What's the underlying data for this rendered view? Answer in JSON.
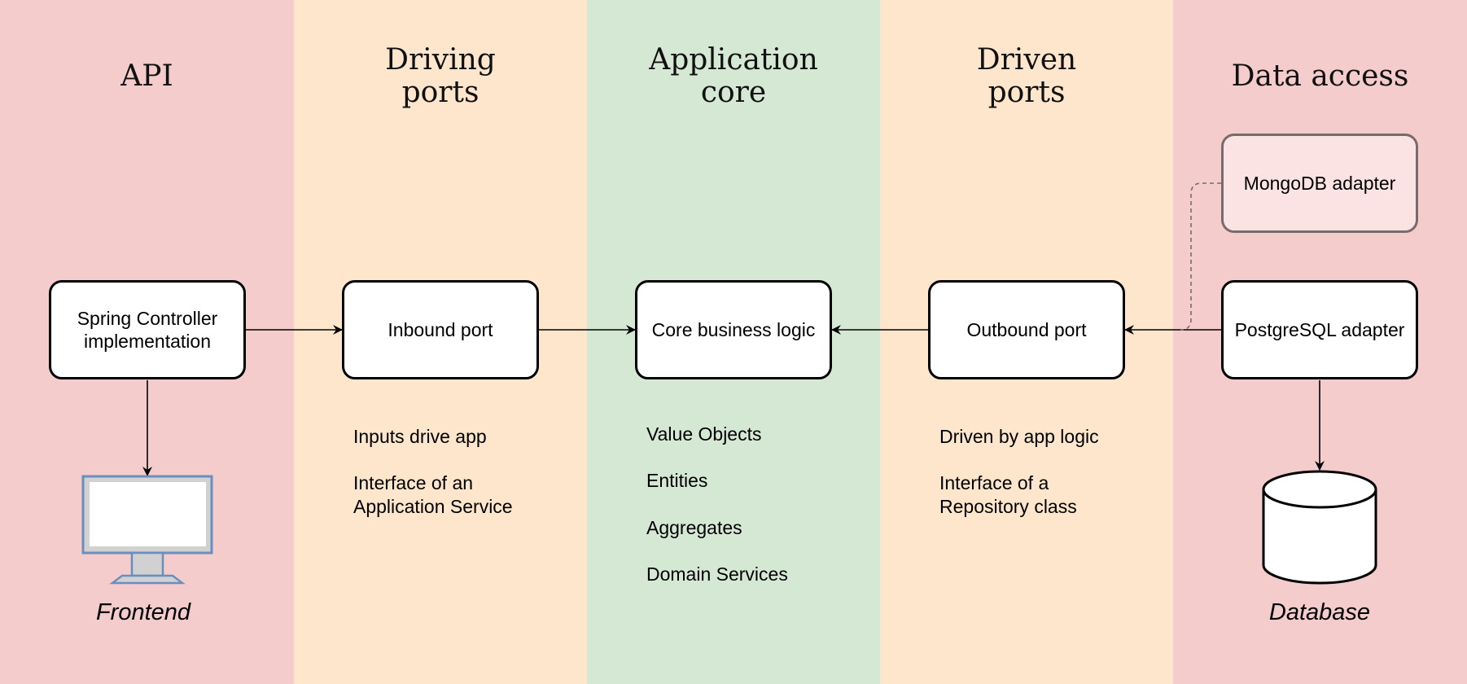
{
  "colors": {
    "outer_lane": "#f5cccc",
    "port_lane": "#fde6cc",
    "core_lane": "#d5e8d4",
    "alt_adapter_fill": "#fbe3e3",
    "monitor_stroke": "#6c8ebf",
    "monitor_fill": "#d1d1d1",
    "dashed_connector": "#7a6a6a"
  },
  "lanes": [
    {
      "title": "API"
    },
    {
      "title": "Driving\nports"
    },
    {
      "title": "Application\ncore"
    },
    {
      "title": "Driven\nports"
    },
    {
      "title": "Data access"
    }
  ],
  "boxes": {
    "spring_controller": "Spring Controller\nimplementation",
    "inbound_port": "Inbound port",
    "core_logic": "Core business logic",
    "outbound_port": "Outbound port",
    "postgres_adapter": "PostgreSQL adapter",
    "mongodb_adapter": "MongoDB adapter"
  },
  "notes": {
    "driving": [
      "Inputs drive app",
      "Interface of an\nApplication Service"
    ],
    "core": [
      "Value Objects",
      "Entities",
      "Aggregates",
      "Domain Services"
    ],
    "driven": [
      "Driven by app logic",
      "Interface of a\nRepository class"
    ]
  },
  "captions": {
    "frontend": "Frontend",
    "database": "Database"
  },
  "icons": {
    "frontend": "monitor-icon",
    "database": "database-cylinder-icon"
  }
}
